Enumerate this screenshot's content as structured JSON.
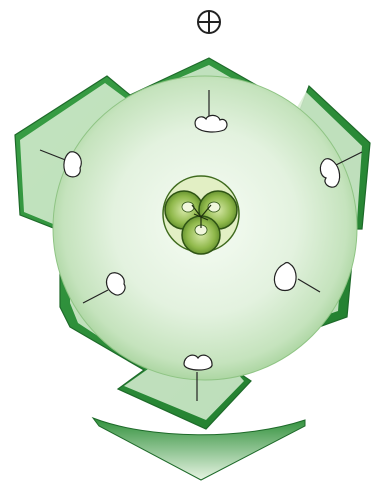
{
  "diagram": {
    "orientation_symbol": "⊕",
    "colors": {
      "bract_dark": "#2f8f3a",
      "bract_mid": "#4caf50",
      "disc_light": "#f4fbf2",
      "disc_mid": "#cfe8c8",
      "disc_edge": "#a9d3a0",
      "ovary_dark": "#3f6b1e",
      "ovary_mid": "#7aa63a",
      "ovary_light": "#c8df9a",
      "line": "#222222"
    },
    "parts": {
      "stamens": 6,
      "carpels": 3,
      "bracts": 3
    }
  }
}
